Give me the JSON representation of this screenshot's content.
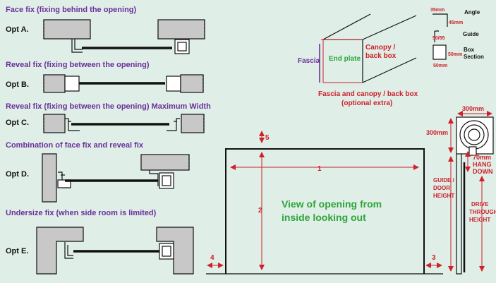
{
  "options": [
    {
      "heading": "Face fix (fixing behind the opening)",
      "label": "Opt A."
    },
    {
      "heading": "Reveal fix (fixing between the opening)",
      "label": "Opt B."
    },
    {
      "heading": "Reveal fix (fixing between the opening) Maximum Width",
      "label": "Opt C."
    },
    {
      "heading": "Combination of face fix and reveal fix",
      "label": "Opt D."
    },
    {
      "heading": "Undersize fix (when side room is limited)",
      "label": "Opt E."
    }
  ],
  "box_section": {
    "fascia": "Fascia",
    "end_plate": "End plate",
    "canopy_line1": "Canopy /",
    "canopy_line2": "back box",
    "extra_line1": "Fascia and canopy / back box",
    "extra_line2": "(optional extra)"
  },
  "profiles": {
    "angle_dim1": "35mm",
    "angle_dim2": "45mm",
    "angle_label": "Angle",
    "guide_dim": "50/65",
    "guide_label": "Guide",
    "box_dim1": "50mm",
    "box_dim2": "50mm",
    "box_label1": "Box",
    "box_label2": "Section"
  },
  "opening": {
    "dim1": "1",
    "dim2": "2",
    "dim3": "3",
    "dim4": "4",
    "dim5": "5",
    "view_line1": "View of opening from",
    "view_line2": "inside looking out"
  },
  "side": {
    "width": "300mm",
    "height": "300mm",
    "hang_line1": "70mm",
    "hang_line2": "HANG",
    "hang_line3": "DOWN",
    "guide_line1": "GUIDE /",
    "guide_line2": "DOOR",
    "guide_line3": "HEIGHT",
    "drive_line1": "DRIVE",
    "drive_line2": "THROUGH",
    "drive_line3": "HEIGHT"
  }
}
